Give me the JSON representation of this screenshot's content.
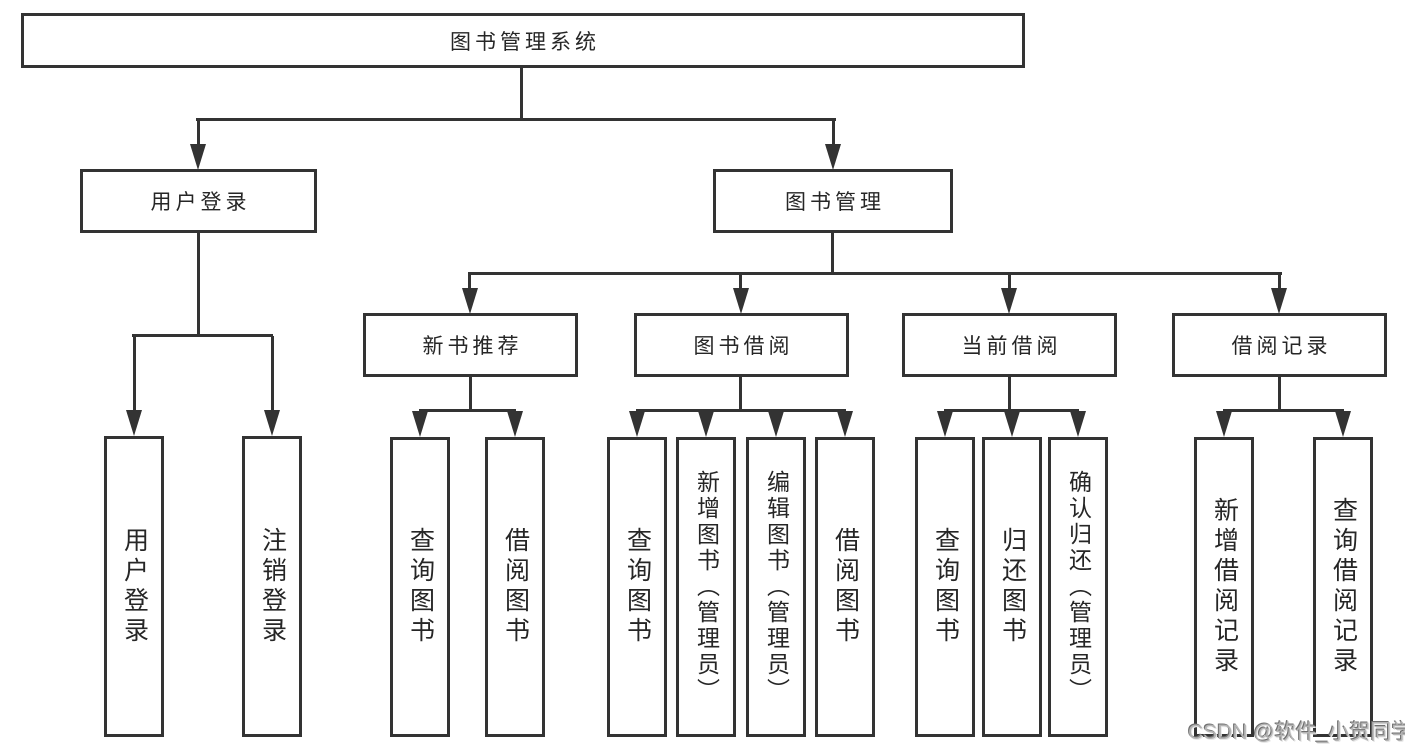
{
  "nodes": {
    "root": "图书管理系统",
    "level2": [
      "用户登录",
      "图书管理"
    ],
    "level3": [
      "新书推荐",
      "图书借阅",
      "当前借阅",
      "借阅记录"
    ],
    "login_children": [
      "用户登录",
      "注销登录"
    ],
    "recommend_children": [
      "查询图书",
      "借阅图书"
    ],
    "borrow_children": [
      "查询图书",
      "新增图书（管理员）",
      "编辑图书（管理员）",
      "借阅图书"
    ],
    "current_children": [
      "查询图书",
      "归还图书",
      "确认归还（管理员）"
    ],
    "records_children": [
      "新增借阅记录",
      "查询借阅记录"
    ]
  },
  "watermark": "CSDN @软件_小贺同学",
  "colors": {
    "line": "#333333",
    "text": "#262626",
    "background": "#ffffff",
    "watermark": "#b3b3b3"
  }
}
